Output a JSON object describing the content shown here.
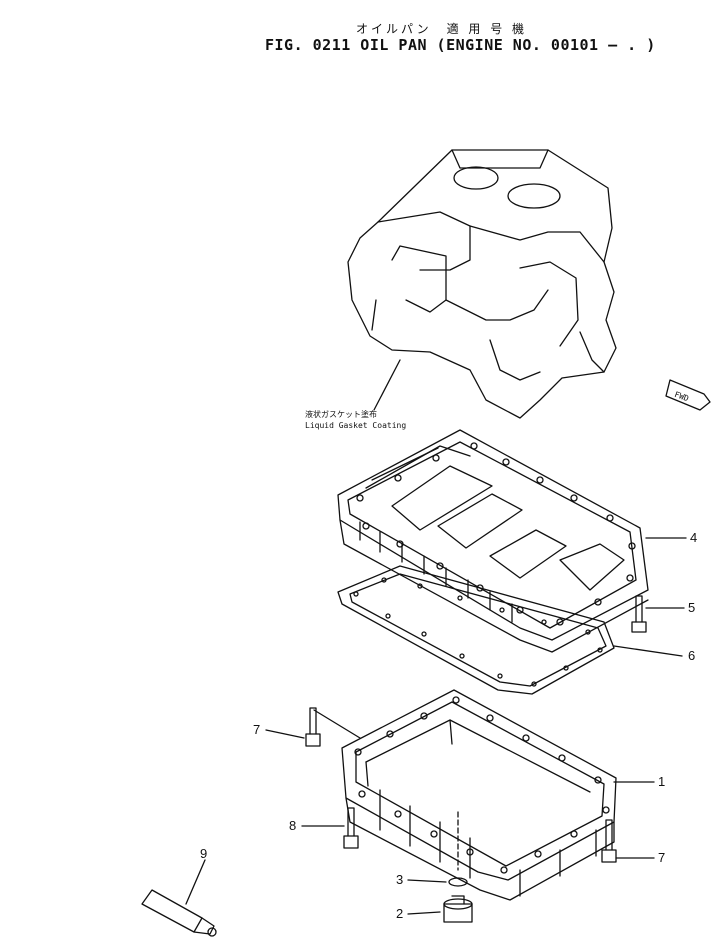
{
  "header": {
    "title_jp": "オイルパン　適 用 号 機",
    "title": "FIG. 0211  OIL PAN (ENGINE NO. 00101 —  . )"
  },
  "annotations": {
    "gasket_note_jp": "液状ガスケット塗布",
    "gasket_note_en": "Liquid Gasket Coating",
    "fwd": "FWD"
  },
  "callouts": [
    "4",
    "5",
    "6",
    "7",
    "1",
    "8",
    "7",
    "9",
    "3",
    "2"
  ]
}
